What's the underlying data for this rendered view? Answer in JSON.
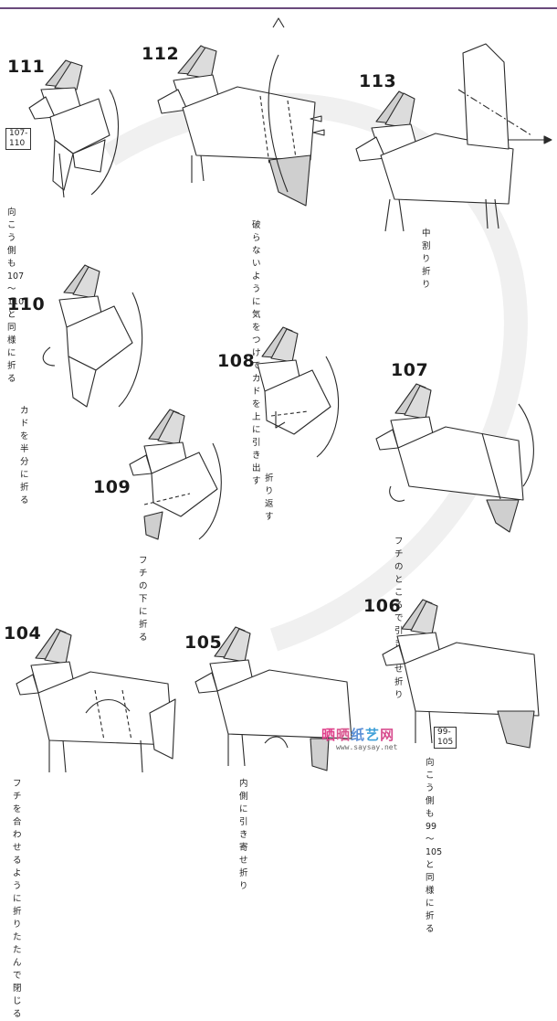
{
  "steps": [
    {
      "num": "111",
      "ref": "107-110",
      "note": "向こう側も\n107～110 と同様に折る"
    },
    {
      "num": "112",
      "note": "破らないように\n気をつけて\nカドを上に引き出す"
    },
    {
      "num": "113",
      "note": "中割り折り"
    },
    {
      "num": "110",
      "note": "カドを\n半分に折る"
    },
    {
      "num": "109",
      "note": "フチの下に折る"
    },
    {
      "num": "108",
      "note": "折り返す"
    },
    {
      "num": "107",
      "note": "フチのところで\n引き寄せ折り"
    },
    {
      "num": "104",
      "note": "フチを合わせるように\n折りたたんで閉じる"
    },
    {
      "num": "105",
      "note": "内側に\n引き寄せ折り"
    },
    {
      "num": "106",
      "ref": "99-105",
      "note": "向こう側も\n99～105 と同様に折る"
    }
  ],
  "watermark": {
    "chars": [
      "晒",
      "晒",
      "纸",
      "艺",
      "网"
    ],
    "site": "www.saysay.net"
  },
  "colors": {
    "border": "#6a4a7c",
    "shade": "#cfcfcf",
    "line": "#2a2a2a"
  }
}
